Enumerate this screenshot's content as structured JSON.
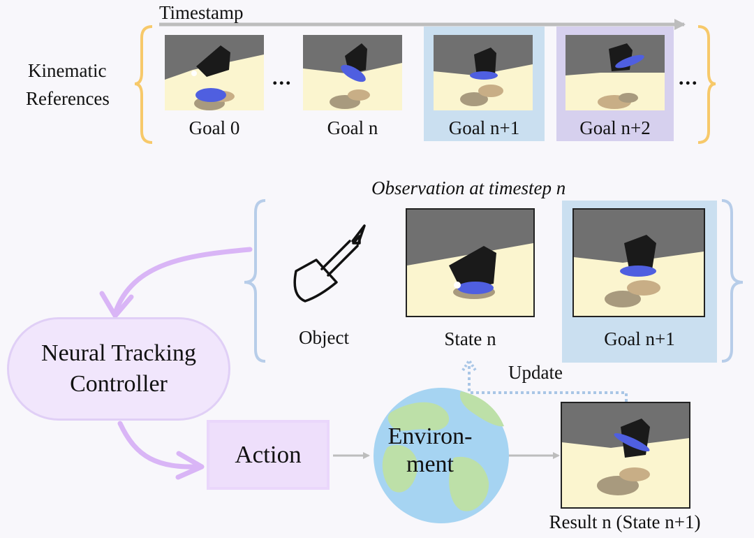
{
  "timeline": {
    "label": "Timestamp",
    "row_label_line1": "Kinematic",
    "row_label_line2": "References"
  },
  "frames": [
    {
      "label": "Goal 0"
    },
    {
      "label": "Goal n"
    },
    {
      "label": "Goal n+1"
    },
    {
      "label": "Goal n+2"
    }
  ],
  "ellipsis": "...",
  "observation": {
    "title": "Observation at timestep n",
    "object_label": "Object",
    "state_label": "State n",
    "goal_label": "Goal n+1"
  },
  "controller": {
    "line1": "Neural Tracking",
    "line2": "Controller"
  },
  "action": {
    "label": "Action"
  },
  "environment": {
    "line1": "Environ-",
    "line2": "ment"
  },
  "update": {
    "label": "Update"
  },
  "result": {
    "label": "Result n (State n+1)"
  },
  "colors": {
    "highlight_blue": "#cadff0",
    "highlight_purple": "#d6d0ee",
    "bracket_yellow": "#f7c96a",
    "bracket_blue": "#b7cde9",
    "purple_arrow": "#d9b5f6",
    "gray_arrow": "#bdbdbd",
    "update_dotted": "#a9c6e6",
    "scene_floor": "#fbf5cf",
    "robot_hand": "#1a1a1a",
    "tool_blue": "#4f5fe0"
  }
}
